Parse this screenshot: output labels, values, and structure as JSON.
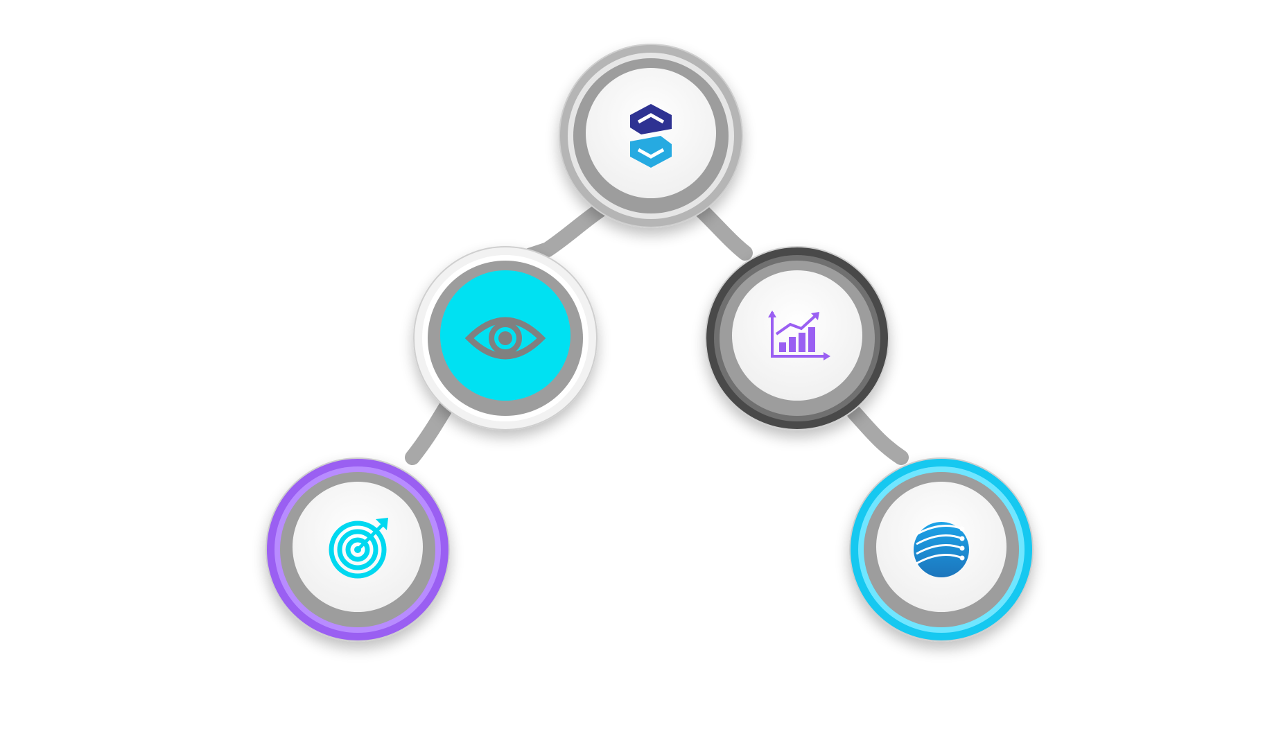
{
  "diagram": {
    "nodes": [
      {
        "id": "top",
        "icon": "logo-icon",
        "ring_color": "#b5b5b5",
        "ring_highlight": "#e6e6e6",
        "inner_color": "#ffffff"
      },
      {
        "id": "left-upper",
        "icon": "eye-icon",
        "ring_color": "#f2f2f2",
        "ring_highlight": "#ffffff",
        "inner_color": "#00e1f2"
      },
      {
        "id": "right-upper",
        "icon": "growth-chart-icon",
        "ring_color": "#4a4a4a",
        "ring_highlight": "#6f6f6f",
        "inner_color": "#ffffff"
      },
      {
        "id": "left-lower",
        "icon": "target-icon",
        "ring_color": "#9a5ef2",
        "ring_highlight": "#b88cff",
        "inner_color": "#ffffff"
      },
      {
        "id": "right-lower",
        "icon": "globe-tech-icon",
        "ring_color": "#19c8f0",
        "ring_highlight": "#6fe6ff",
        "inner_color": "#ffffff"
      }
    ],
    "connector_color": "#9c9c9c",
    "accent_colors": {
      "purple": "#9a5ef2",
      "cyan": "#00d8f0",
      "navy": "#2e3192",
      "blue": "#1c75bc",
      "gray_icon": "#808080"
    }
  }
}
